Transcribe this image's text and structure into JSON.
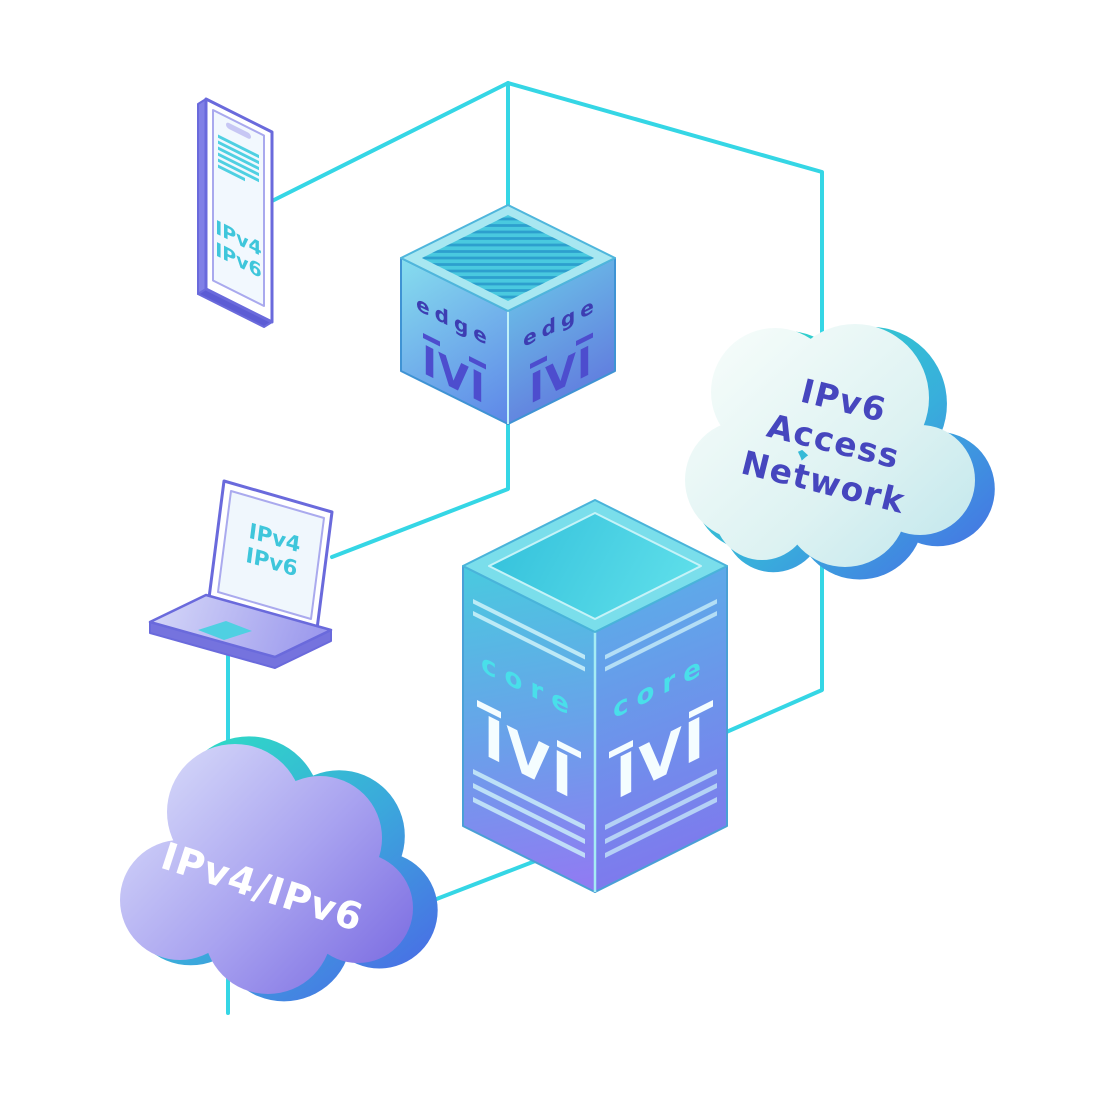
{
  "diagram": {
    "description": "IVI IPv4/IPv6 translation network illustration",
    "colors": {
      "connection_line": "#35D6E5",
      "device_outline": "#6A6ADC",
      "label_purple": "#3D3DB2",
      "label_teal": "#3FC6DB",
      "cloud_text_purple": "#4646BE",
      "cloud_text_white": "#FFFFFF",
      "teal_accent": "#2EDAC8",
      "indigo_accent": "#4E5AE8"
    },
    "phone": {
      "lines": [
        "IPv4",
        "IPv6"
      ]
    },
    "laptop": {
      "lines": [
        "IPv4",
        "IPv6"
      ]
    },
    "edge_router": {
      "left_face": {
        "label": "edge",
        "logo": "IVI"
      },
      "right_face": {
        "label": "edge",
        "logo": "IVI"
      }
    },
    "core_router": {
      "left_face": {
        "label": "core",
        "logo": "IVI"
      },
      "right_face": {
        "label": "core",
        "logo": "IVI"
      }
    },
    "access_cloud": {
      "lines": [
        "IPv6",
        "Access",
        "Network"
      ]
    },
    "transit_cloud": {
      "label": "IPv4/IPv6"
    }
  }
}
